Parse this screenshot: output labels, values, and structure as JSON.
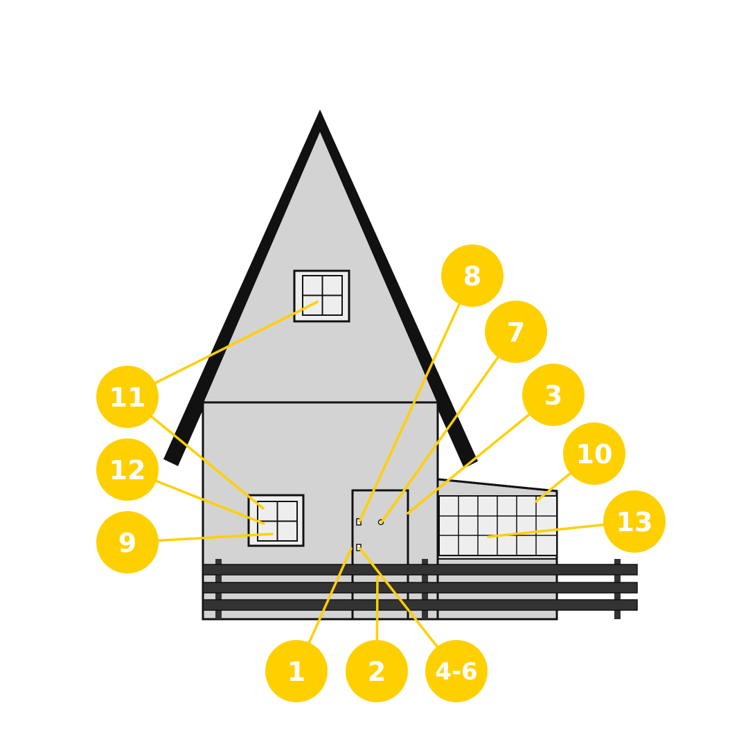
{
  "colors": {
    "accent": "#FFD000",
    "wall": "#D3D3D3",
    "outline": "#111111",
    "window_glass": "#EEEEEE",
    "fence": "#333333",
    "label_text": "#FFFFFF"
  },
  "callouts": [
    {
      "id": "c1",
      "label": "1"
    },
    {
      "id": "c2",
      "label": "2"
    },
    {
      "id": "c3",
      "label": "3"
    },
    {
      "id": "c4-6",
      "label": "4-6"
    },
    {
      "id": "c7",
      "label": "7"
    },
    {
      "id": "c8",
      "label": "8"
    },
    {
      "id": "c9",
      "label": "9"
    },
    {
      "id": "c10",
      "label": "10"
    },
    {
      "id": "c11",
      "label": "11"
    },
    {
      "id": "c12",
      "label": "12"
    },
    {
      "id": "c13",
      "label": "13"
    }
  ]
}
